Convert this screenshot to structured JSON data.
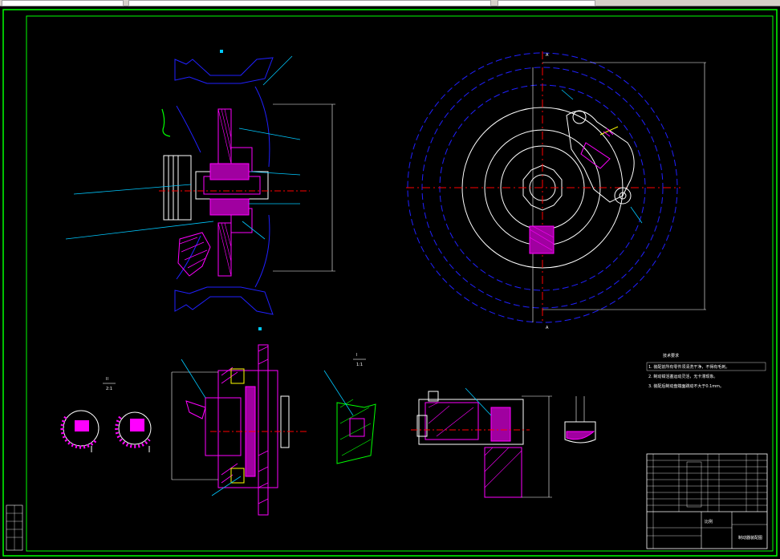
{
  "window": {
    "title": ""
  },
  "colors": {
    "background": "#000000",
    "border": "#00ff00",
    "white": "#ffffff",
    "blue": "#2020ff",
    "cyan": "#00c8ff",
    "magenta": "#ff00ff",
    "red": "#ff0000",
    "yellow": "#ffff00",
    "green": "#00ff00"
  },
  "drawing": {
    "section_marks": {
      "top_left": "A",
      "bottom_left": "A"
    },
    "detail_labels": {
      "detail_roman": "II",
      "detail_scale": "2:1",
      "view_label": "I",
      "view_scale": "1:1"
    },
    "tech_requirements": {
      "heading": "技术要求",
      "lines": [
        "1. 装配前所有零件须清洗干净，不得有毛刺。",
        "2. 制动钳活塞运动灵活，无卡滞现象。",
        "3. 装配后制动盘端面跳动不大于0.1mm。"
      ]
    },
    "title_block": {
      "drawing_name": "制动器装配图",
      "school": "",
      "scale_label": "比例",
      "part_rows": 8
    }
  }
}
